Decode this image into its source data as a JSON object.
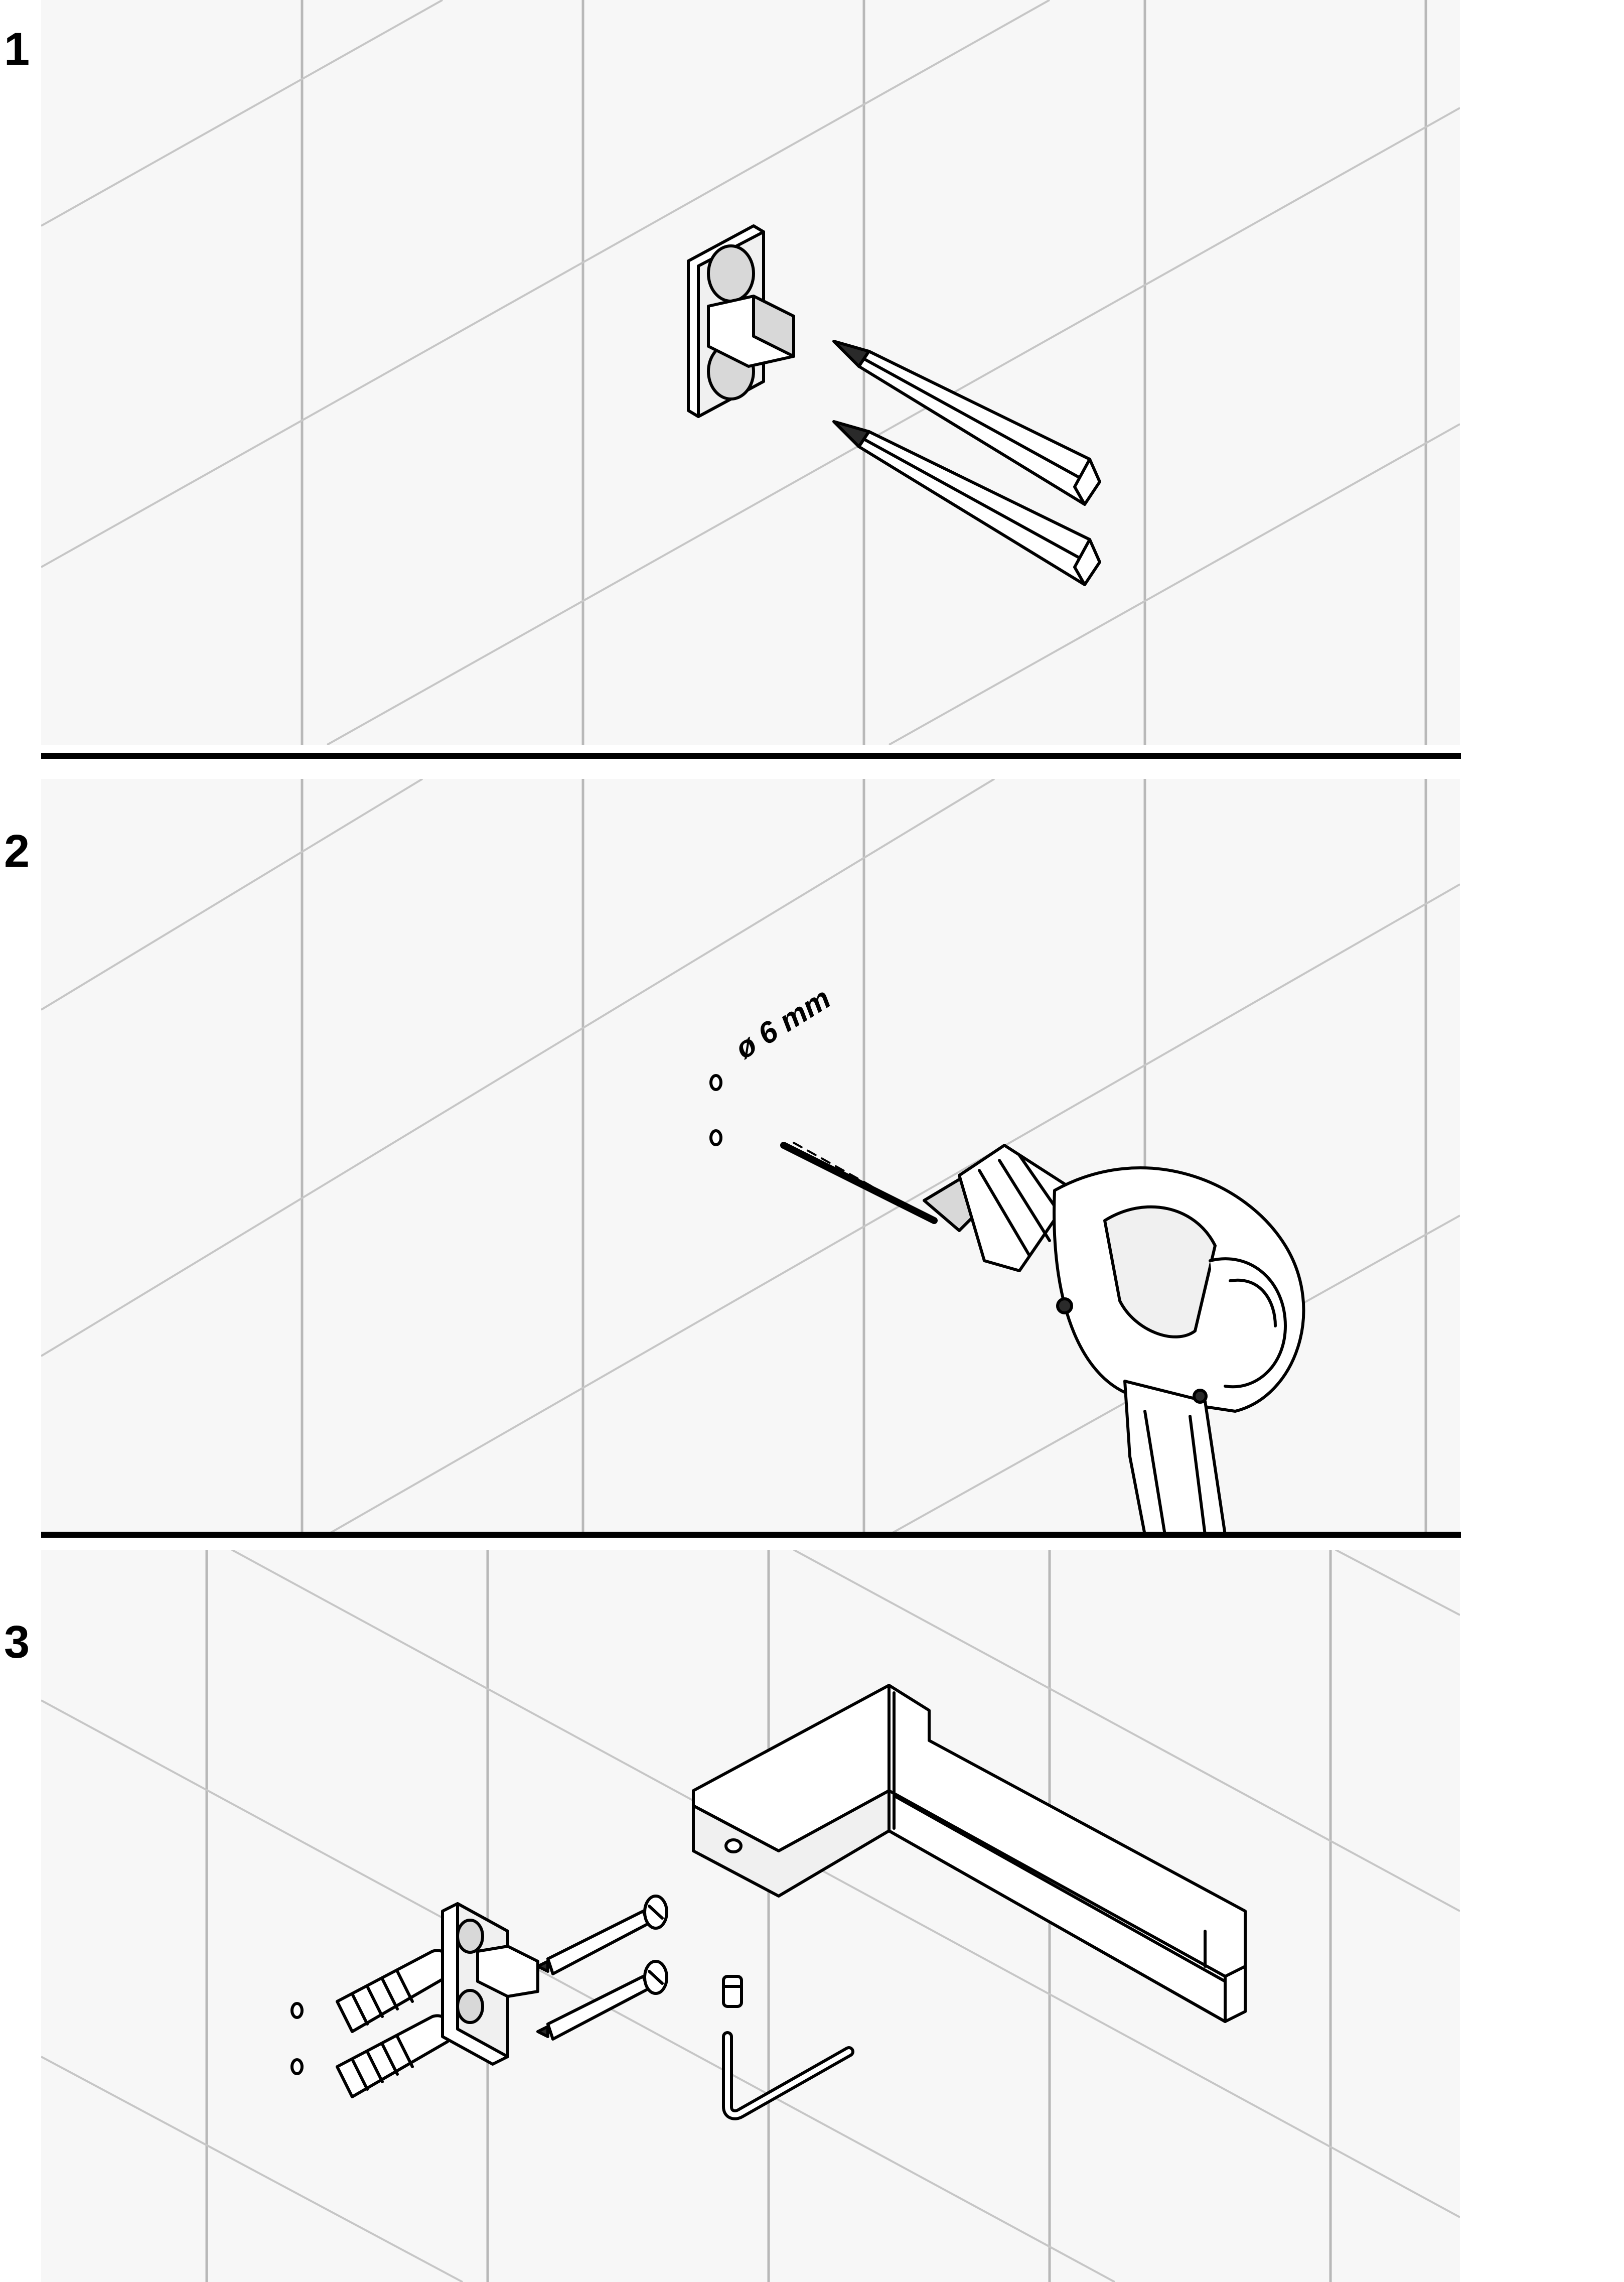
{
  "steps": [
    {
      "number": "1"
    },
    {
      "number": "2",
      "drill_size": "ø 6 mm"
    },
    {
      "number": "3"
    }
  ],
  "colors": {
    "background": "#f7f7f7",
    "grid_lines": "#b8b8b8",
    "drawing_stroke": "#000000",
    "divider": "#000000"
  }
}
